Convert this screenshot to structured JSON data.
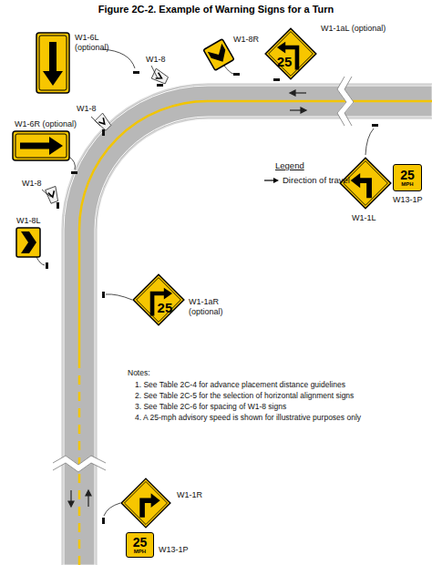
{
  "diagram": {
    "title": "Figure 2C-2. Example of Warning Signs for a Turn",
    "nodes": [
      {
        "text": [
          "25"
        ]
      },
      {
        "text": [
          "25"
        ]
      },
      {
        "text": [
          "25",
          "MPH"
        ]
      },
      {
        "text": [
          "25",
          "MPH"
        ]
      }
    ],
    "labels": [
      "W1-6L (optional)",
      "W1-8",
      "W1-8R",
      "W1-1aL (optional)",
      "W1-8",
      "W1-6R (optional)",
      "W1-8",
      "Legend",
      "W1-8L",
      "W1-1L",
      "W13-1P",
      "W1-1aR (optional)",
      "Notes:",
      "1. See Table 2C-4 for advance placement distance guidelines",
      "2. See Table 2C-5 for the selection of horizontal alignment signs",
      "3. See Table 2C-6 for spacing of W1-8 signs",
      "4. A 25-mph advisory speed is shown for illustrative purposes only",
      "W1-1R",
      "W13-1P"
    ],
    "legend": [
      {
        "text": "Direction of travel"
      }
    ]
  }
}
